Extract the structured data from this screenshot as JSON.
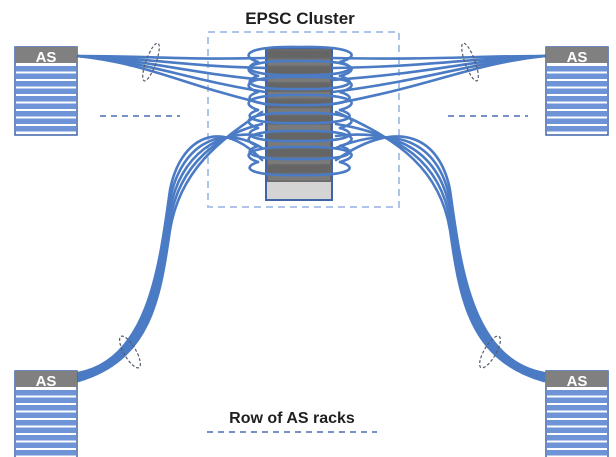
{
  "diagram": {
    "title": "EPSC Cluster",
    "row_caption": "Row of AS racks",
    "racks": {
      "top_left": "AS",
      "top_right": "AS",
      "bottom_left": "AS",
      "bottom_right": "AS"
    }
  },
  "colors": {
    "cable": "#4a7bc4",
    "rack_header": "#808080",
    "rack_fill": "#6e93d6",
    "rack_border": "#3f64a8",
    "cluster_box": "#aec4e8",
    "cluster_rack_dark": "#6a6a6a",
    "cluster_rack_light": "#d4d4d4",
    "dashed_line": "#4a6fb5"
  }
}
